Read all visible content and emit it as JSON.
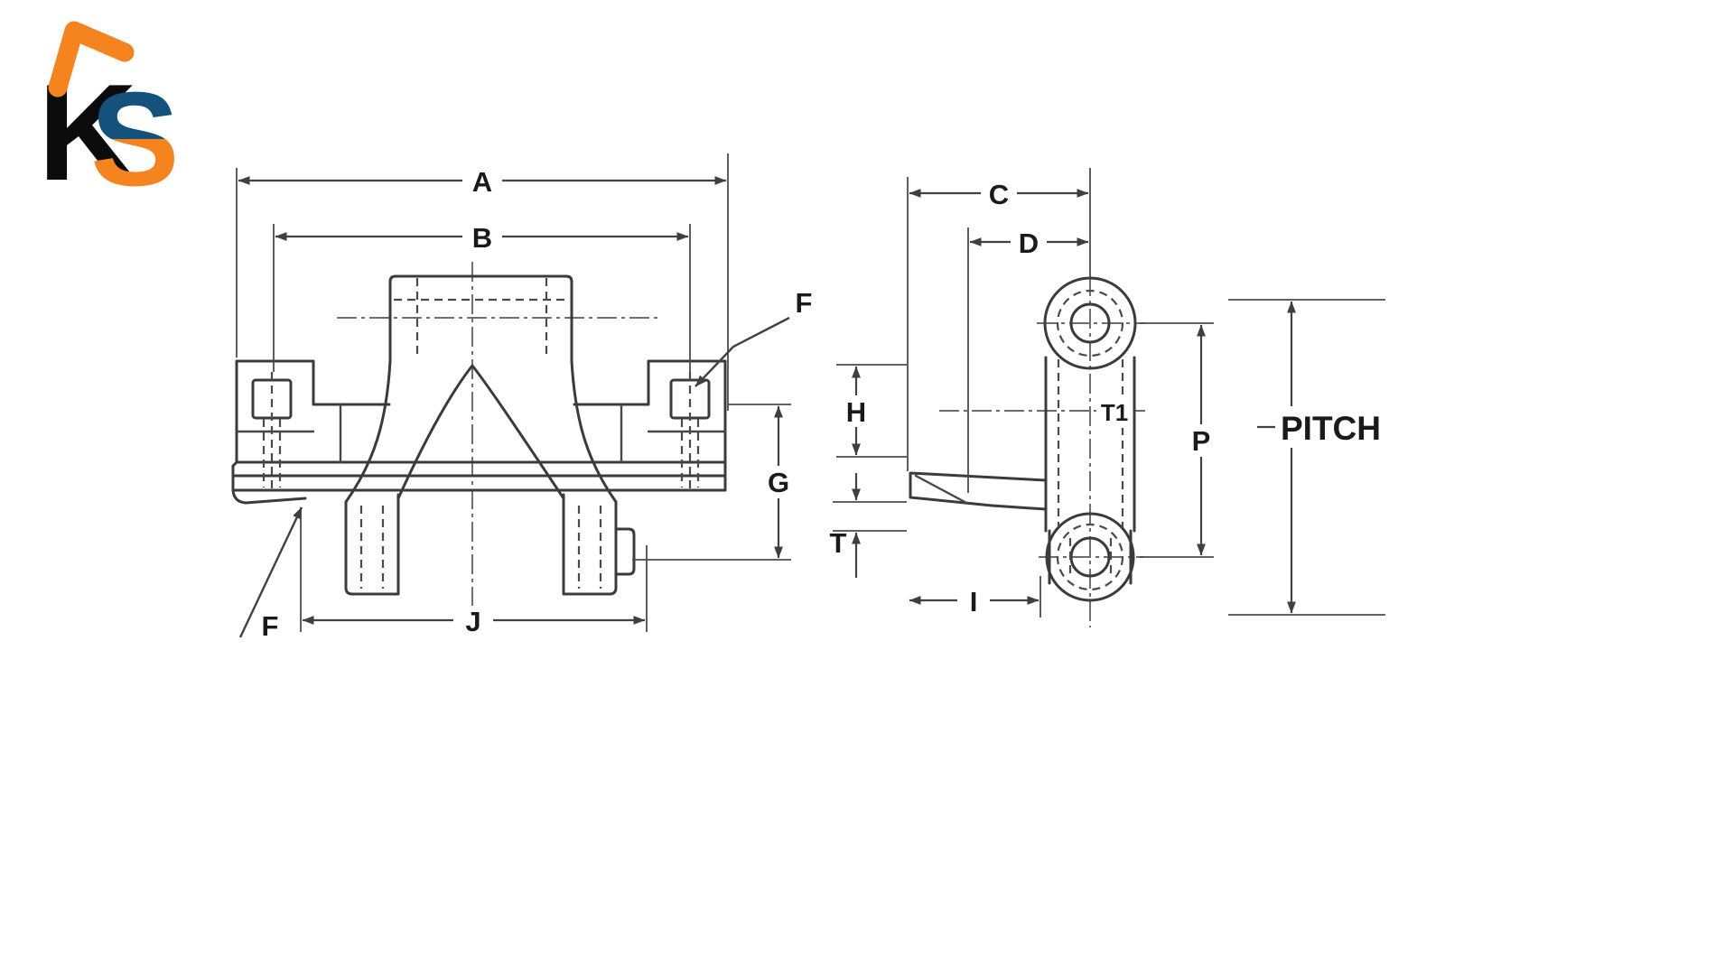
{
  "logo": {
    "letter_k": "K",
    "letter_s": "S",
    "orange": "#f5841f",
    "navy": "#15517d",
    "black": "#0b0b0b"
  },
  "drawing": {
    "line_color": "#3b3b3b",
    "front_view": {
      "dim_labels": {
        "A": "A",
        "B": "B",
        "F_upper": "F",
        "F_lower": "F",
        "G": "G",
        "J": "J"
      }
    },
    "side_view": {
      "dim_labels": {
        "C": "C",
        "D": "D",
        "H": "H",
        "T": "T",
        "T1": "T1",
        "P": "P",
        "I": "I",
        "pitch": "PITCH"
      }
    }
  }
}
